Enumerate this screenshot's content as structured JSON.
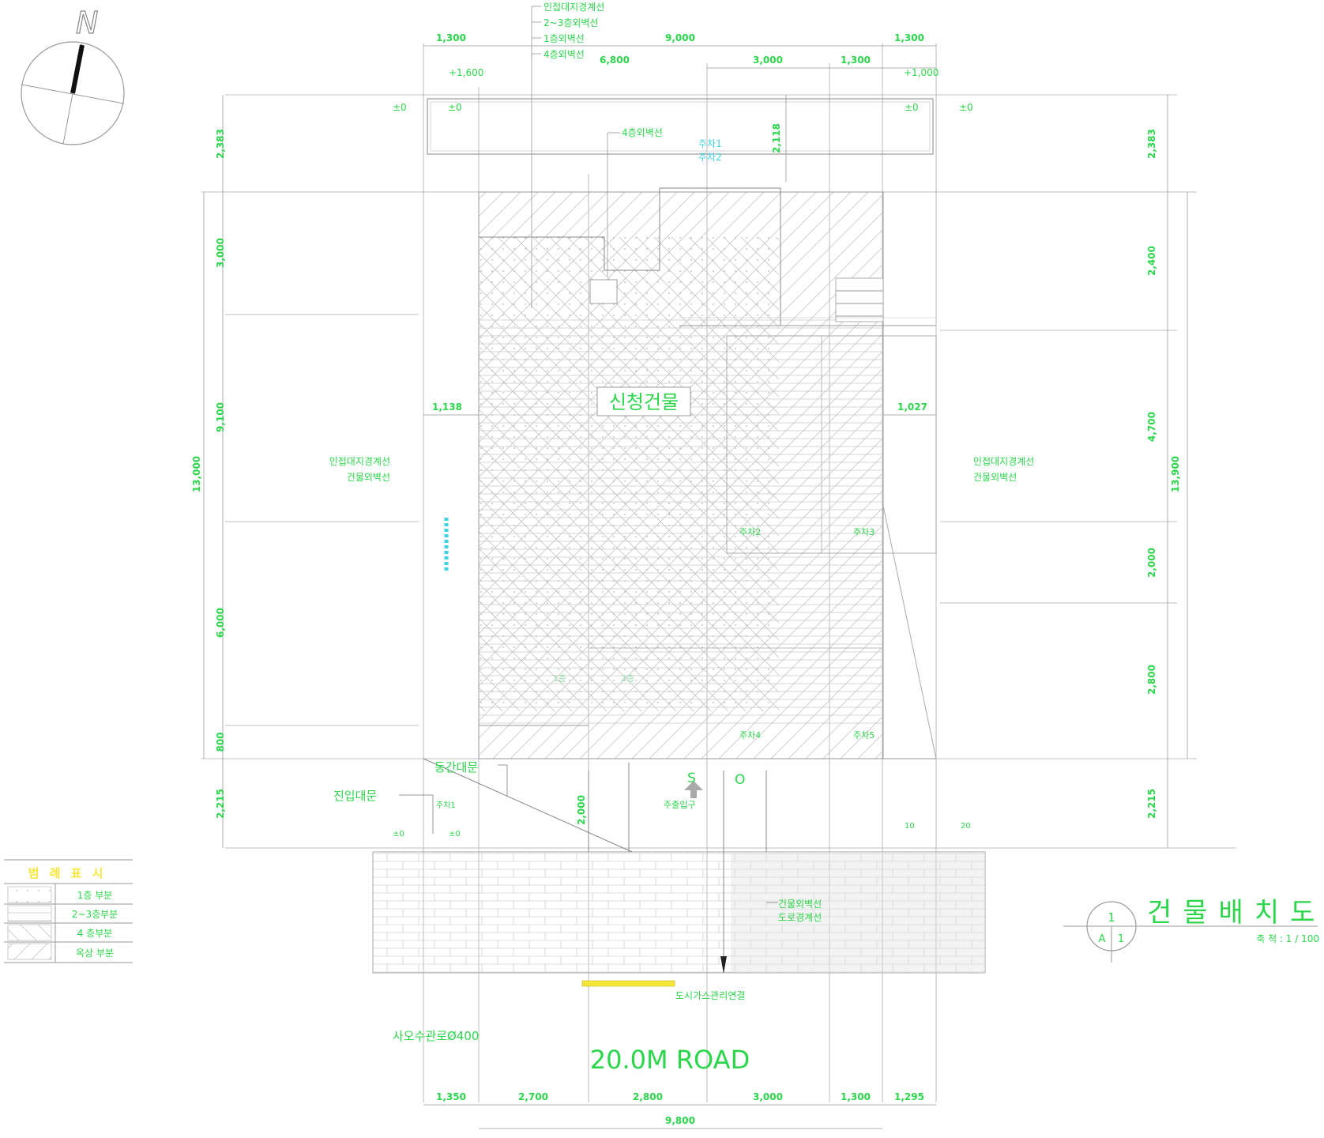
{
  "colors": {
    "line": "#999999",
    "text": "#2bd64a",
    "cyan": "#3fd3e0",
    "yellow": "#f5e63a",
    "hatch": "#bbbbbb"
  },
  "north": {
    "label": "N"
  },
  "top_leaders": [
    "인접대지경계선",
    "2~3층외벽선",
    "1층외벽선",
    "4층외벽선"
  ],
  "dims_top_row1": [
    "1,300",
    "9,000",
    "1,300"
  ],
  "dims_top_row2": [
    "6,800",
    "3,000",
    "1,300"
  ],
  "levels_top": [
    "+1,600",
    "+1,000"
  ],
  "levels_plus0": [
    "±0",
    "±0",
    "±0",
    "±0"
  ],
  "dims_left": [
    "2,383",
    "3,000",
    "9,100",
    "6,000",
    "800",
    "2,215"
  ],
  "dim_left_total": "13,000",
  "dims_right": [
    "2,383",
    "2,400",
    "4,700",
    "2,000",
    "2,800",
    "2,215"
  ],
  "dim_right_total": "13,900",
  "dim_2118": "2,118",
  "dims_mid": [
    "1,138",
    "1,027"
  ],
  "building_label": "신청건물",
  "leader_4f": "4층외벽선",
  "left_boundary": [
    "인접대지경계선",
    "건물외벽선"
  ],
  "right_boundary": [
    "인접대지경계선",
    "건물외벽선"
  ],
  "labels_cyan": [
    "주차1",
    "주차2"
  ],
  "labels_small": [
    "주차2",
    "주차3",
    "주차4",
    "주차5"
  ],
  "labels_lower": [
    "1층",
    "2층"
  ],
  "front_labels": {
    "gate1": "동간대문",
    "gate2": "진입대문",
    "parking1": "주차1",
    "entrance": "주출입구",
    "s_label": "S",
    "o_label": "O",
    "dim_2000": "2,000",
    "level_pm0a": "±0",
    "level_pm0b": "±0",
    "level_10": "10",
    "level_20": "20"
  },
  "road_labels": {
    "boundary": [
      "건물외벽선",
      "도로경계선"
    ],
    "gas": "도시가스관리연결",
    "sewer": "사오수관로Ø400",
    "road": "20.0M ROAD"
  },
  "dims_bottom": [
    "1,350",
    "2,700",
    "2,800",
    "3,000",
    "1,300",
    "1,295"
  ],
  "dim_bottom_total": "9,800",
  "legend": {
    "title": "범 례 표 시",
    "rows": [
      "1층 부분",
      "2~3층부분",
      "4 층부분",
      "옥상 부분"
    ]
  },
  "title_block": {
    "circle_top": "1",
    "circle_bl": "A",
    "circle_br": "1",
    "title": "건물배치도",
    "scale": "축 척 : 1 / 100"
  }
}
